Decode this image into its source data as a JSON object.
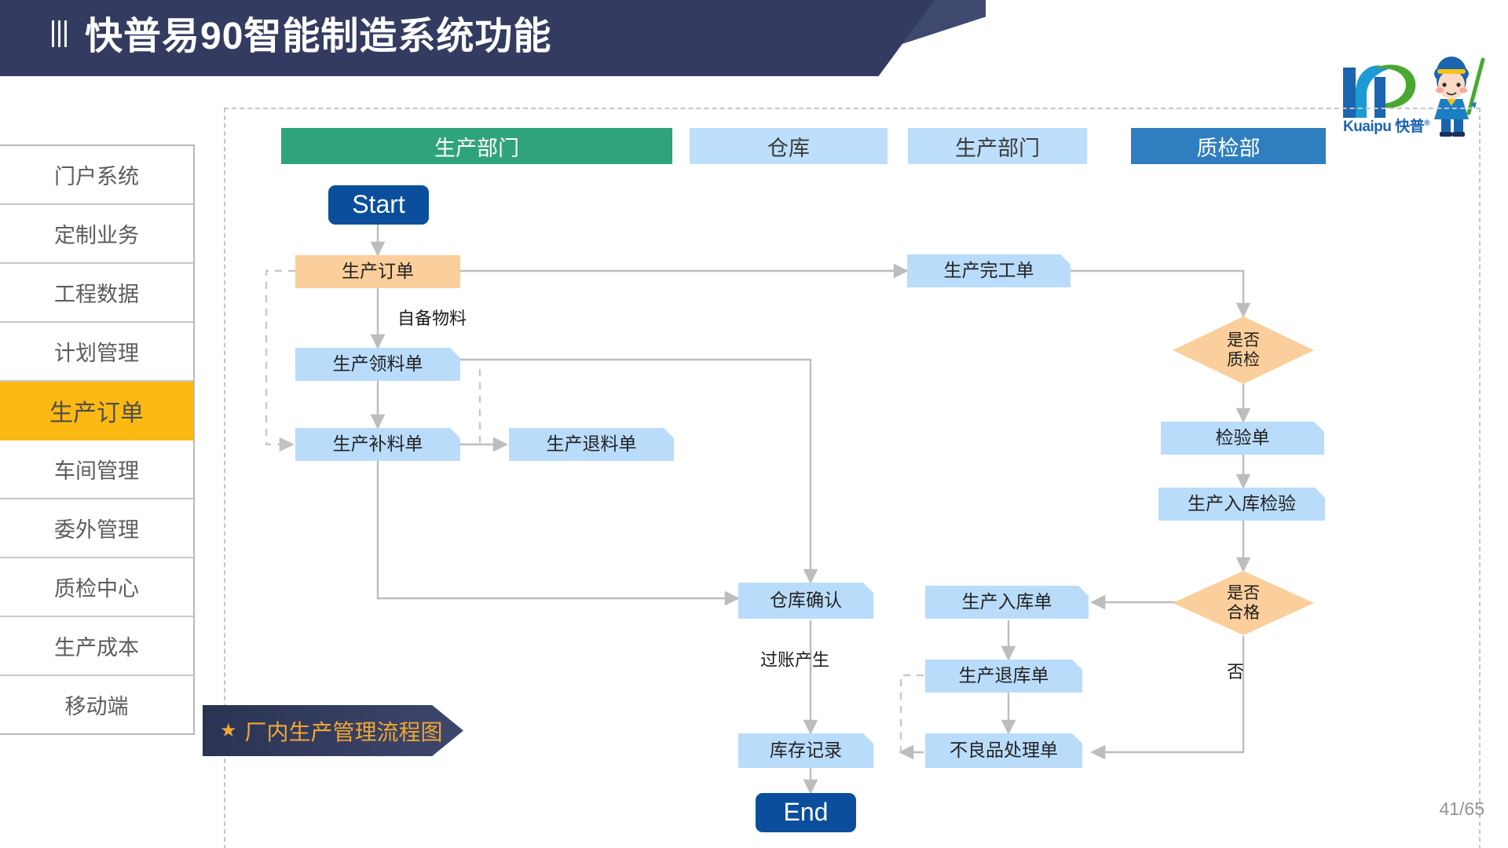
{
  "header": {
    "title": "快普易90智能制造系统功能",
    "menu_icon": "menu-stripes-icon"
  },
  "logo": {
    "brand_latin": "Kuaipu",
    "brand_cn": "快普",
    "trademark": "®",
    "mark": "kp-logo-mark",
    "mascot": "mascot-icon"
  },
  "sidebar": {
    "items": [
      {
        "label": "门户系统",
        "active": false
      },
      {
        "label": "定制业务",
        "active": false
      },
      {
        "label": "工程数据",
        "active": false
      },
      {
        "label": "计划管理",
        "active": false
      },
      {
        "label": "生产订单",
        "active": true
      },
      {
        "label": "车间管理",
        "active": false
      },
      {
        "label": "委外管理",
        "active": false
      },
      {
        "label": "质检中心",
        "active": false
      },
      {
        "label": "生产成本",
        "active": false
      },
      {
        "label": "移动端",
        "active": false
      }
    ]
  },
  "caption": {
    "star": "★",
    "text": "厂内生产管理流程图"
  },
  "footer": {
    "page": "41/65"
  },
  "colors": {
    "header_navy": "#333c60",
    "sidebar_active": "#fcb913",
    "lane_green": "#2fa37a",
    "lane_light_blue": "#bddffb",
    "lane_blue": "#2e7ec0",
    "node_blue": "#b9dcfb",
    "node_orange": "#fbcf9b",
    "terminator": "#0b4f9c",
    "caption_gold": "#f0a830",
    "connector_gray": "#bdbdbd"
  },
  "flowchart": {
    "lanes": [
      {
        "label": "生产部门",
        "style": "green"
      },
      {
        "label": "仓库",
        "style": "light"
      },
      {
        "label": "生产部门",
        "style": "light"
      },
      {
        "label": "质检部",
        "style": "blue"
      }
    ],
    "nodes": [
      {
        "id": "start",
        "label": "Start",
        "shape": "terminator"
      },
      {
        "id": "order",
        "label": "生产订单",
        "shape": "process-orange"
      },
      {
        "id": "pick",
        "label": "生产领料单",
        "shape": "process-blue"
      },
      {
        "id": "supply",
        "label": "生产补料单",
        "shape": "process-blue"
      },
      {
        "id": "return_mat",
        "label": "生产退料单",
        "shape": "process-blue"
      },
      {
        "id": "finish",
        "label": "生产完工单",
        "shape": "process-blue"
      },
      {
        "id": "qc_check",
        "label": "是否\n质检",
        "shape": "decision-orange"
      },
      {
        "id": "inspect",
        "label": "检验单",
        "shape": "process-blue"
      },
      {
        "id": "in_inspect",
        "label": "生产入库检验",
        "shape": "process-blue"
      },
      {
        "id": "qualified",
        "label": "是否\n合格",
        "shape": "decision-orange"
      },
      {
        "id": "stock_in",
        "label": "生产入库单",
        "shape": "process-blue"
      },
      {
        "id": "stock_out",
        "label": "生产退库单",
        "shape": "process-blue"
      },
      {
        "id": "defect",
        "label": "不良品处理单",
        "shape": "process-blue"
      },
      {
        "id": "wh_confirm",
        "label": "仓库确认",
        "shape": "process-blue"
      },
      {
        "id": "stock_rec",
        "label": "库存记录",
        "shape": "process-blue"
      },
      {
        "id": "end",
        "label": "End",
        "shape": "terminator"
      }
    ],
    "edge_labels": [
      {
        "id": "self_material",
        "text": "自备物料"
      },
      {
        "id": "posting",
        "text": "过账产生"
      },
      {
        "id": "no_branch",
        "text": "否"
      }
    ]
  }
}
